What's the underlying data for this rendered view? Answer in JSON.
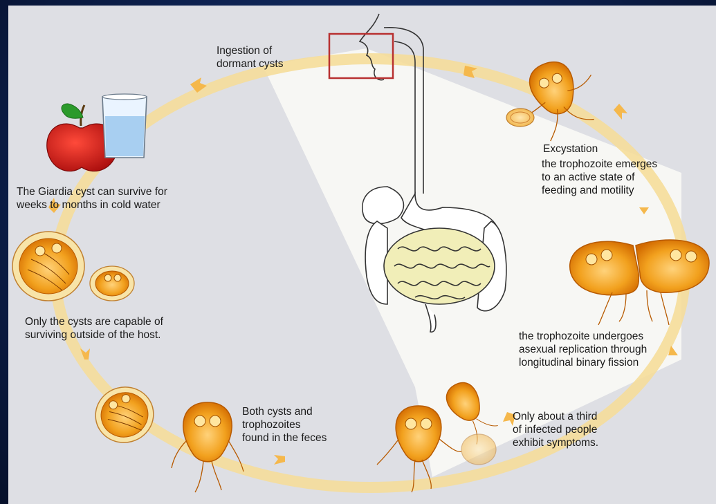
{
  "labels": {
    "ingestion": "Ingestion of\ndormant cysts",
    "excystation_title": "Excystation",
    "excystation_desc": "the trophozoite emerges\nto an active state of\nfeeding and motility",
    "survive_cold": "The Giardia cyst can survive for\nweeks to months in cold water",
    "survive_outside": "Only the cysts are capable of\nsurviving outside of the host.",
    "replication": "the trophozoite undergoes\nasexual replication through\nlongitudinal binary fission",
    "feces": "Both cysts and\ntrophozoites\nfound in the feces",
    "symptoms": "Only about a third\nof infected people\nexhibit symptoms."
  },
  "colors": {
    "cycle_ring": "#f7e0a0",
    "arrow": "#f5b84c",
    "organism_fill": "#f0a020",
    "organism_edge": "#c25a00",
    "highlight_box": "#b83030",
    "apple": "#d01818"
  }
}
